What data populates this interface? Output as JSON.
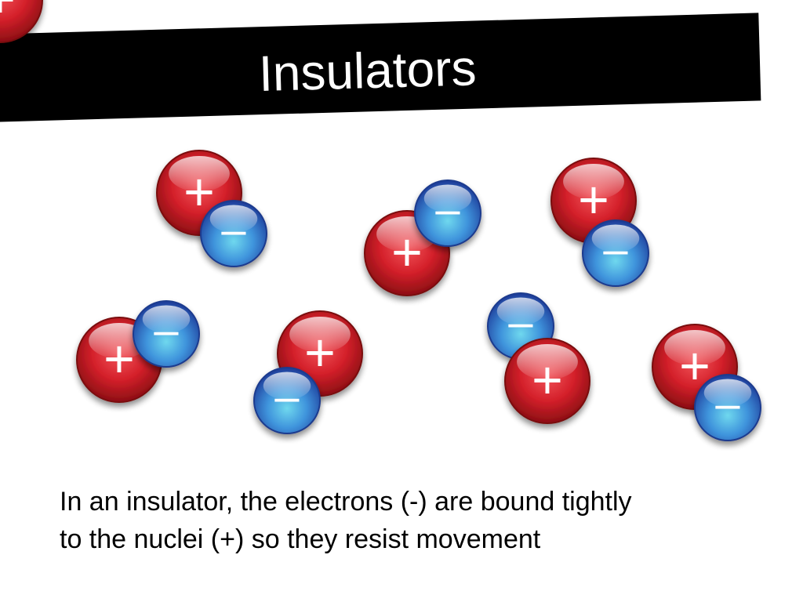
{
  "slide": {
    "title": "Insulators",
    "caption_lines": [
      "In an insulator, the electrons (-) are bound tightly",
      "to the nuclei (+) so they resist movement"
    ]
  },
  "particles": {
    "nucleus_symbol": "+",
    "electron_symbol": "–",
    "pair_count": 8
  },
  "colors": {
    "banner": "#000000",
    "nucleus": "#d4202a",
    "electron": "#2f6fd0"
  }
}
